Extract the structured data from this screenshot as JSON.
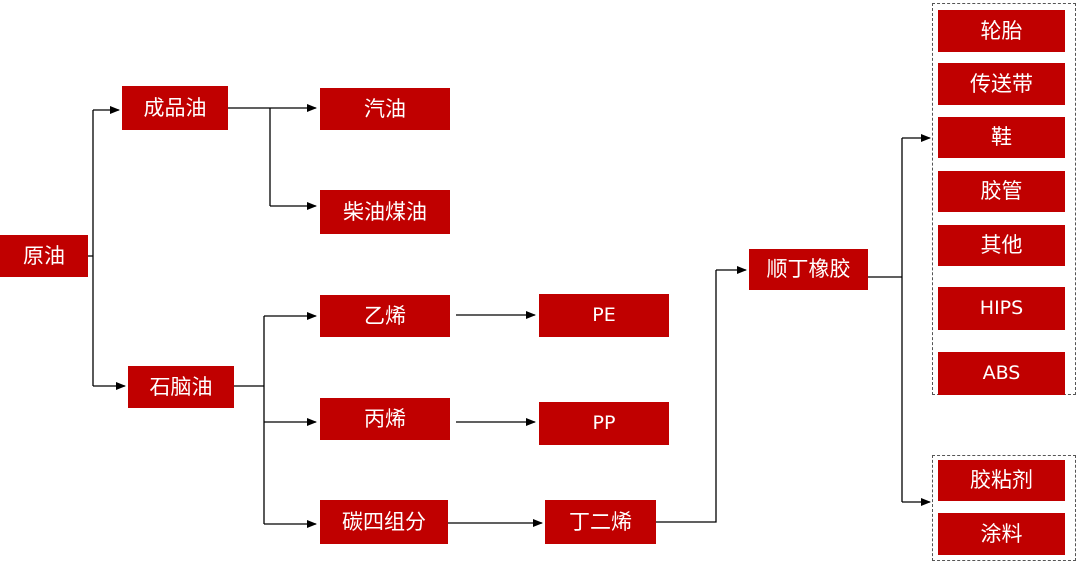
{
  "nodes": {
    "crude_oil": "原油",
    "refined_oil": "成品油",
    "naphtha": "石脑油",
    "gasoline": "汽油",
    "diesel_kerosene": "柴油煤油",
    "ethylene": "乙烯",
    "propylene": "丙烯",
    "c4_fraction": "碳四组分",
    "pe": "PE",
    "pp": "PP",
    "butadiene": "丁二烯",
    "br_rubber": "顺丁橡胶"
  },
  "applications": {
    "tires": "轮胎",
    "conveyor_belt": "传送带",
    "shoes": "鞋",
    "hoses": "胶管",
    "other": "其他",
    "hips": "HIPS",
    "abs": "ABS",
    "adhesive": "胶粘剂",
    "coatings": "涂料"
  },
  "colors": {
    "box": "#c00000",
    "text": "#ffffff",
    "line": "#000000"
  }
}
